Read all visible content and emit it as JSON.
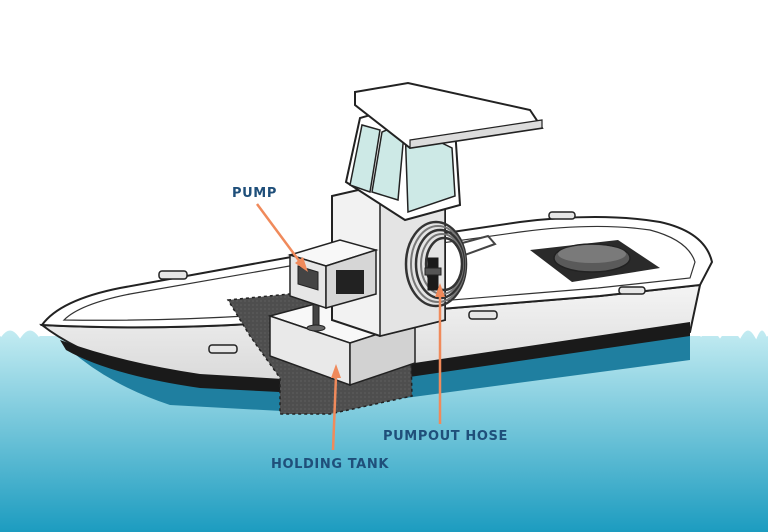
{
  "colors": {
    "label_text": "#1f4f7a",
    "callout": "#f08a5b",
    "water_top": "#c4ecf2",
    "water_bottom": "#1c9cc0",
    "hull_stripe": "#1a1a1a",
    "hull_bottom": "#1f7fa0",
    "outline": "#222222",
    "holding_tank_shadow": "#555555"
  },
  "labels": {
    "pump": "PUMP",
    "pumpout_hose": "PUMPOUT HOSE",
    "holding_tank": "HOLDING TANK"
  }
}
